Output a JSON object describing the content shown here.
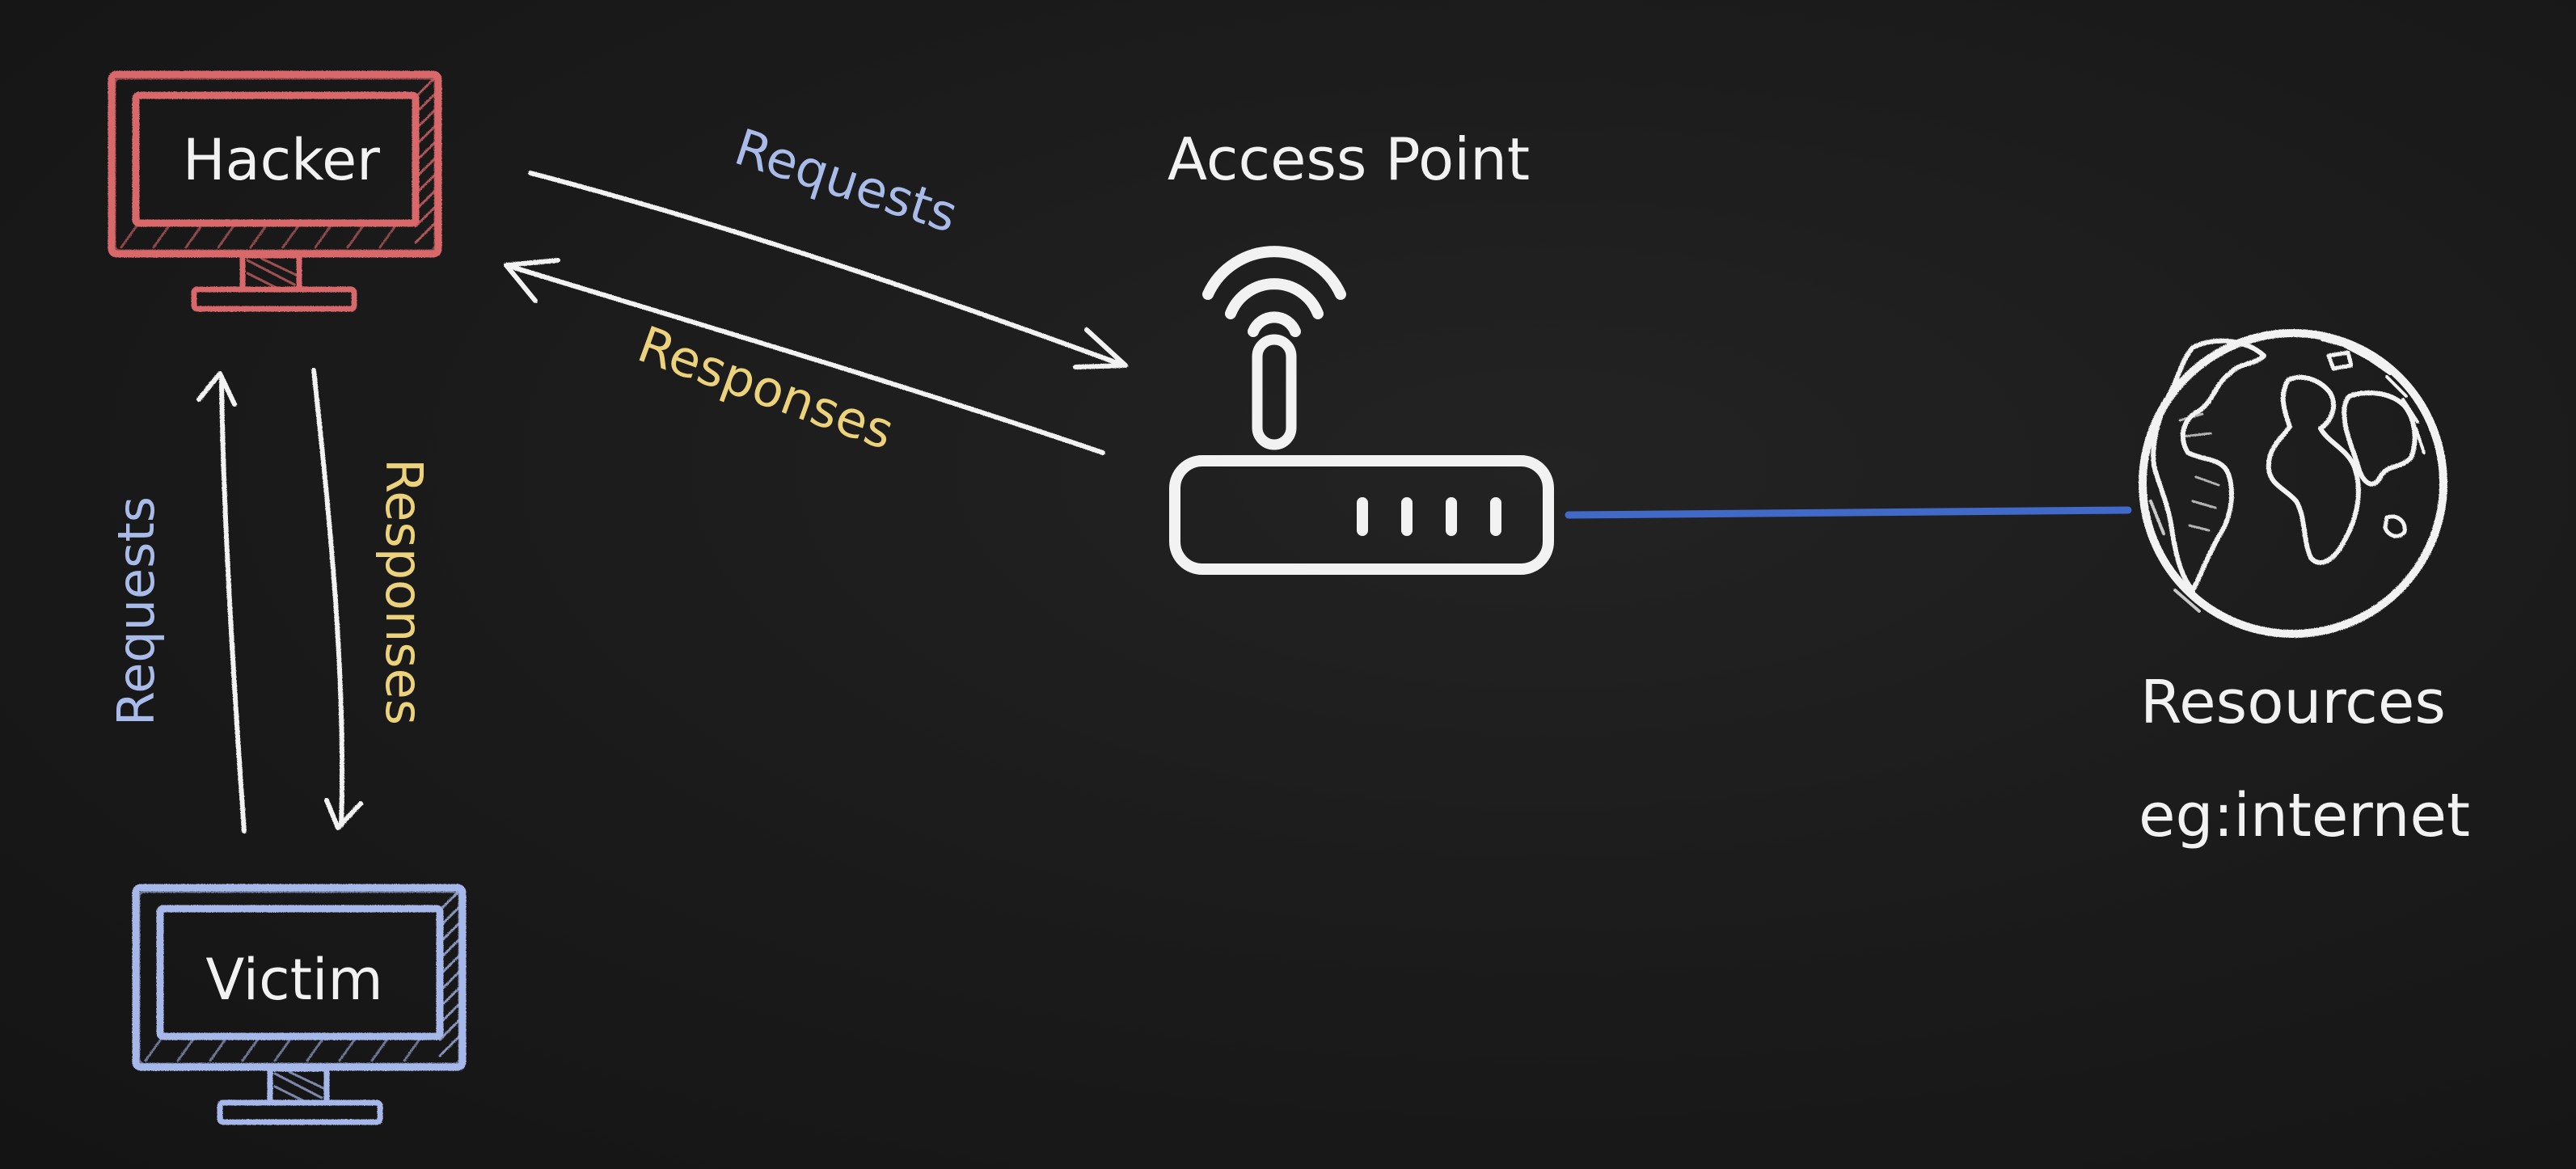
{
  "colors": {
    "background": "#1b1b1b",
    "hacker": "#d9676a",
    "victim": "#a6b8ea",
    "requests": "#a9bbe9",
    "responses": "#ecd27a",
    "line": "#4169c8",
    "white": "#f2f2f2"
  },
  "nodes": {
    "hacker": {
      "label": "Hacker",
      "icon": "monitor-icon"
    },
    "victim": {
      "label": "Victim",
      "icon": "monitor-icon"
    },
    "access_point": {
      "label": "Access Point",
      "icon": "router-icon"
    },
    "resources": {
      "label": "Resources",
      "sublabel": "eg:internet",
      "icon": "globe-icon"
    }
  },
  "edges": {
    "hacker_to_ap": {
      "label": "Requests"
    },
    "ap_to_hacker": {
      "label": "Responses"
    },
    "victim_to_hacker": {
      "label": "Requests"
    },
    "hacker_to_victim": {
      "label": "Responses"
    }
  }
}
